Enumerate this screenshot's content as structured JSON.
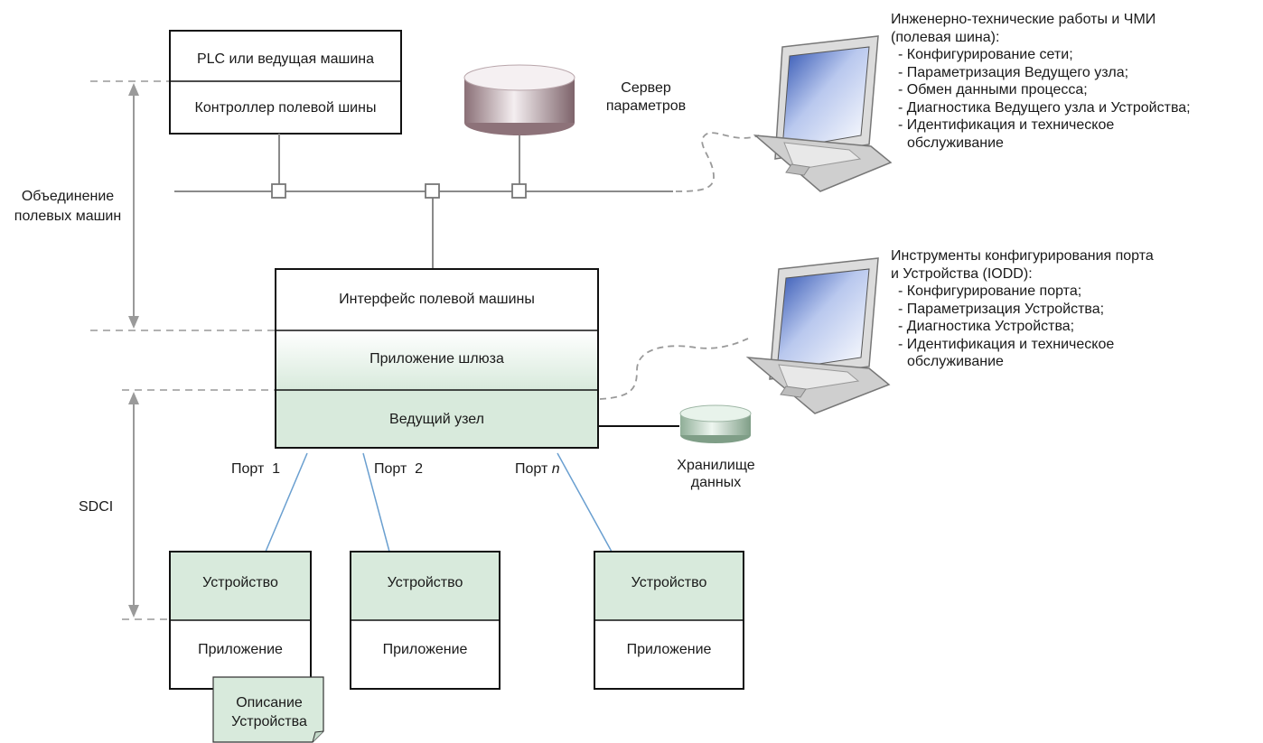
{
  "plc": {
    "top": "PLC или ведущая машина",
    "bottom": "Контроллер полевой шины"
  },
  "param_server": "Сервер\nпараметров",
  "fieldbus_integration": "Объединение\nполевых машин",
  "engineering": {
    "title": "Инженерно-технические работы и ЧМИ\n(полевая шина):",
    "items": [
      "- Конфигурирование сети;",
      "- Параметризация Ведущего узла;",
      "- Обмен данными процесса;",
      "- Диагностика Ведущего узла и Устройства;",
      "- Идентификация и техническое обслуживание"
    ]
  },
  "tools": {
    "title": "Инструменты конфигурирования порта\nи Устройства (IODD):",
    "items": [
      "- Конфигурирование порта;",
      "- Параметризация Устройства;",
      "- Диагностика Устройства;",
      "- Идентификация и техническое обслуживание"
    ]
  },
  "gateway": {
    "interface": "Интерфейс полевой машины",
    "application": "Приложение шлюза",
    "master": "Ведущий узел"
  },
  "ports": {
    "p1": "Порт  1",
    "p2": "Порт  2",
    "pn_prefix": "Порт ",
    "pn_italic": "n"
  },
  "data_storage": "Хранилище\nданных",
  "sdci": "SDCI",
  "devices": [
    {
      "device": "Устройство",
      "app": "Приложение"
    },
    {
      "device": "Устройство",
      "app": "Приложение"
    },
    {
      "device": "Устройство",
      "app": "Приложение"
    }
  ],
  "device_description": "Описание\nУстройства",
  "colors": {
    "green_fill": "#d8eadc",
    "line_gray": "#888888",
    "port_blue": "#6a9fd0",
    "cylinder_mauve": "#9c8088"
  }
}
